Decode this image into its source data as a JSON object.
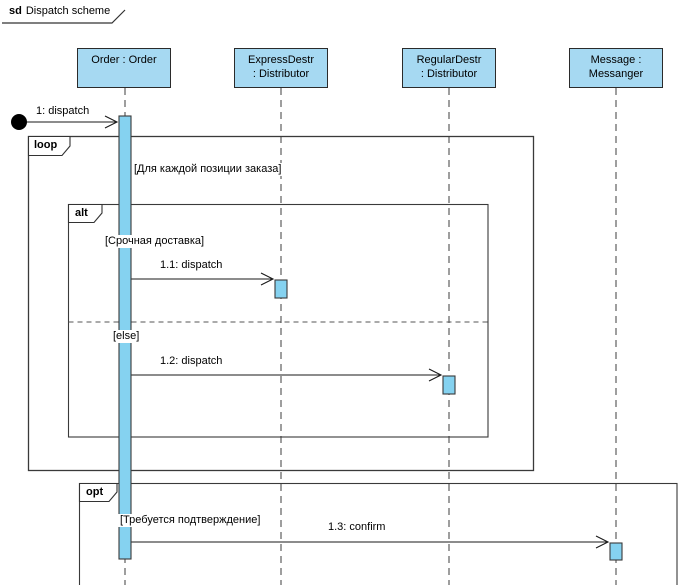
{
  "frame": {
    "keyword": "sd",
    "title": "Dispatch scheme"
  },
  "colors": {
    "head_fill": "#A6D9F2",
    "activation_fill": "#85D2F0",
    "line": "#333333"
  },
  "lifelines": [
    {
      "line1": "Order : Order",
      "line2": ""
    },
    {
      "line1": "ExpressDestr",
      "line2": ": Distributor"
    },
    {
      "line1": "RegularDestr",
      "line2": ": Distributor"
    },
    {
      "line1": "Message :",
      "line2": "Messanger"
    }
  ],
  "fragments": {
    "loop": {
      "keyword": "loop",
      "guard": "[Для каждой позиции заказа]"
    },
    "alt": {
      "keyword": "alt",
      "guard_then": "[Срочная доставка]",
      "guard_else": "[else]"
    },
    "opt": {
      "keyword": "opt",
      "guard": "[Требуется подтверждение]"
    }
  },
  "messages": {
    "m1": {
      "label": "1: dispatch"
    },
    "m1_1": {
      "label": "1.1: dispatch"
    },
    "m1_2": {
      "label": "1.2: dispatch"
    },
    "m1_3": {
      "label": "1.3: confirm"
    }
  }
}
